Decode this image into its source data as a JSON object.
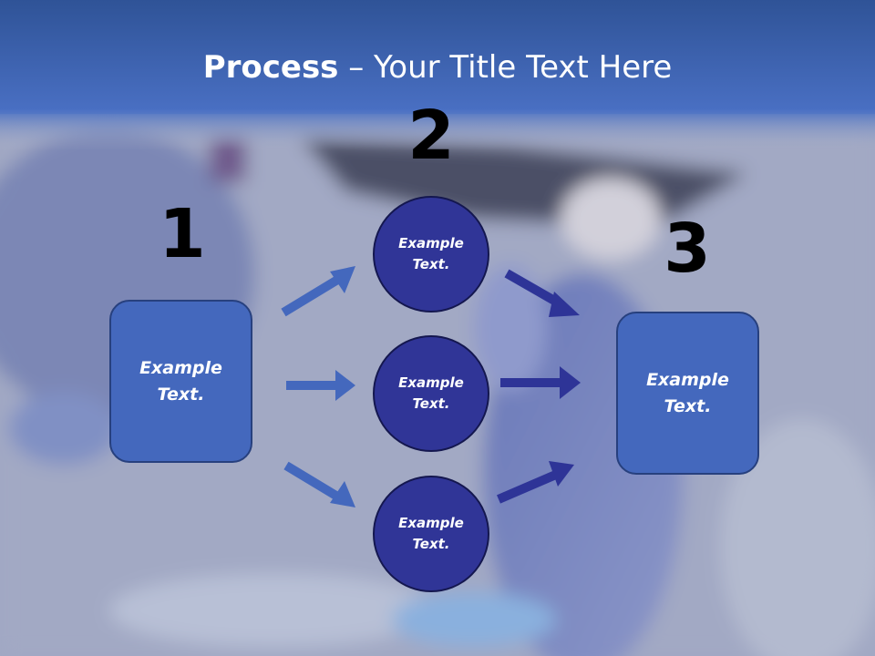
{
  "title": {
    "bold": "Process",
    "rest": " – Your Title Text Here"
  },
  "steps": {
    "one": "1",
    "two": "2",
    "three": "3"
  },
  "left_box": {
    "line1": "Example",
    "line2": "Text."
  },
  "circles": [
    {
      "line1": "Example",
      "line2": "Text."
    },
    {
      "line1": "Example",
      "line2": "Text."
    },
    {
      "line1": "Example",
      "line2": "Text."
    }
  ],
  "right_box": {
    "line1": "Example",
    "line2": "Text."
  },
  "colors": {
    "header_blue": "#3a64b8",
    "box_fill": "#4468bd",
    "circle_fill": "#303597",
    "arrow_light": "#4468bd",
    "arrow_dark": "#2e3497"
  }
}
